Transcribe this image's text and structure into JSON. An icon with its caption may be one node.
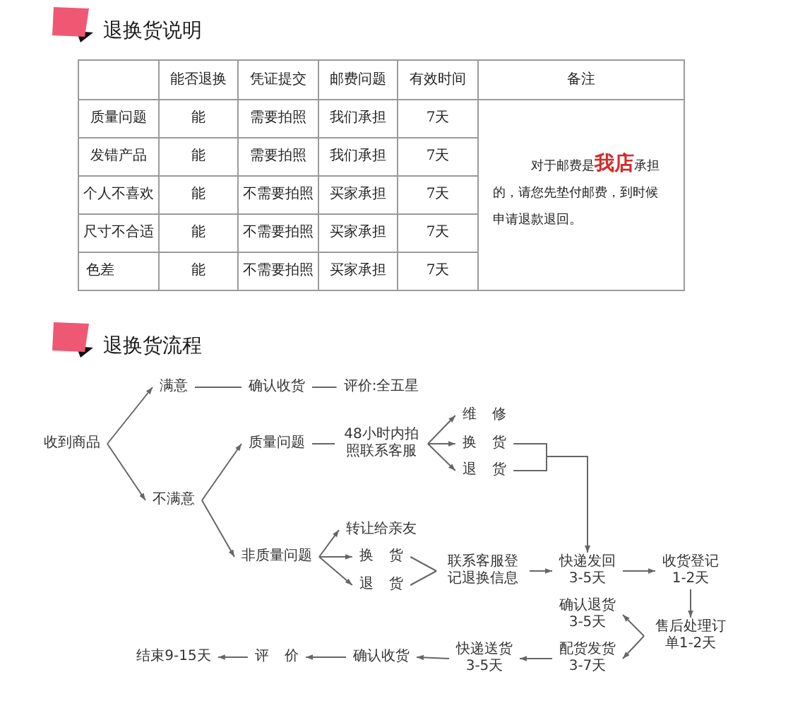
{
  "diagram": {
    "nodes": [
      {
        "text": [
          "收到商品"
        ]
      },
      {
        "text": [
          "满意"
        ]
      },
      {
        "text": [
          "确认收货"
        ]
      },
      {
        "text": [
          "评价:全五星"
        ]
      },
      {
        "text": [
          "不满意"
        ]
      },
      {
        "text": [
          "质量问题"
        ]
      },
      {
        "text": [
          "48小时内拍照联系客服"
        ]
      },
      {
        "text": [
          "维 修"
        ]
      },
      {
        "text": [
          "换 货"
        ]
      },
      {
        "text": [
          "退 货"
        ]
      },
      {
        "text": [
          "非质量问题"
        ]
      },
      {
        "text": [
          "转让给亲友"
        ]
      },
      {
        "text": [
          "换 货"
        ]
      },
      {
        "text": [
          "退 货"
        ]
      },
      {
        "text": [
          "联系客服登记退换信息"
        ]
      },
      {
        "text": [
          "快递发回",
          "3-5天"
        ]
      },
      {
        "text": [
          "收货登记",
          "1-2天"
        ]
      },
      {
        "text": [
          "确认退货",
          "3-5天"
        ]
      },
      {
        "text": [
          "售后处理订单1-2天"
        ]
      },
      {
        "text": [
          "配货发货",
          "3-7天"
        ]
      },
      {
        "text": [
          "快递送货",
          "3-5天"
        ]
      },
      {
        "text": [
          "确认收货"
        ]
      },
      {
        "text": [
          "评 价"
        ]
      },
      {
        "text": [
          "结束9-15天"
        ]
      }
    ],
    "edges": [
      {
        "from": 0,
        "to": 1,
        "arrow": "to"
      },
      {
        "from": 0,
        "to": 4,
        "arrow": "to"
      },
      {
        "from": 1,
        "to": 2,
        "arrow": "none"
      },
      {
        "from": 2,
        "to": 3,
        "arrow": "none"
      },
      {
        "from": 4,
        "to": 5,
        "arrow": "to"
      },
      {
        "from": 4,
        "to": 10,
        "arrow": "to"
      },
      {
        "from": 5,
        "to": 6,
        "arrow": "none"
      },
      {
        "from": 6,
        "to": 7,
        "arrow": "to"
      },
      {
        "from": 6,
        "to": 8,
        "arrow": "to"
      },
      {
        "from": 6,
        "to": 9,
        "arrow": "to"
      },
      {
        "from": 8,
        "to": 15,
        "arrow": "to"
      },
      {
        "from": 9,
        "to": 15,
        "arrow": "to"
      },
      {
        "from": 10,
        "to": 11,
        "arrow": "to"
      },
      {
        "from": 10,
        "to": 12,
        "arrow": "to"
      },
      {
        "from": 10,
        "to": 13,
        "arrow": "to"
      },
      {
        "from": 12,
        "to": 14,
        "arrow": "none"
      },
      {
        "from": 13,
        "to": 14,
        "arrow": "none"
      },
      {
        "from": 14,
        "to": 15,
        "arrow": "to"
      },
      {
        "from": 15,
        "to": 16,
        "arrow": "to"
      },
      {
        "from": 16,
        "to": 18,
        "arrow": "to"
      },
      {
        "from": 18,
        "to": 17,
        "arrow": "to"
      },
      {
        "from": 18,
        "to": 19,
        "arrow": "to"
      },
      {
        "from": 19,
        "to": 20,
        "arrow": "to"
      },
      {
        "from": 20,
        "to": 21,
        "arrow": "to"
      },
      {
        "from": 21,
        "to": 22,
        "arrow": "to"
      },
      {
        "from": 22,
        "to": 23,
        "arrow": "to"
      }
    ],
    "labels": [
      "退换货说明",
      "能否退换",
      "凭证提交",
      "邮费问题",
      "有效时间",
      "备注",
      "质量问题",
      "能",
      "需要拍照",
      "我们承担",
      "7天",
      "对于邮费是**我店**承担的，请您先垫付邮费，到时候申请退款退回。",
      "发错产品",
      "能",
      "需要拍照",
      "我们承担",
      "7天",
      "个人不喜欢",
      "能",
      "不需要拍照",
      "买家承担",
      "7天",
      "尺寸不合适",
      "能",
      "不需要拍照",
      "买家承担",
      "7天",
      "色差",
      "能",
      "不需要拍照",
      "买家承担",
      "7天",
      "退换货流程"
    ]
  }
}
